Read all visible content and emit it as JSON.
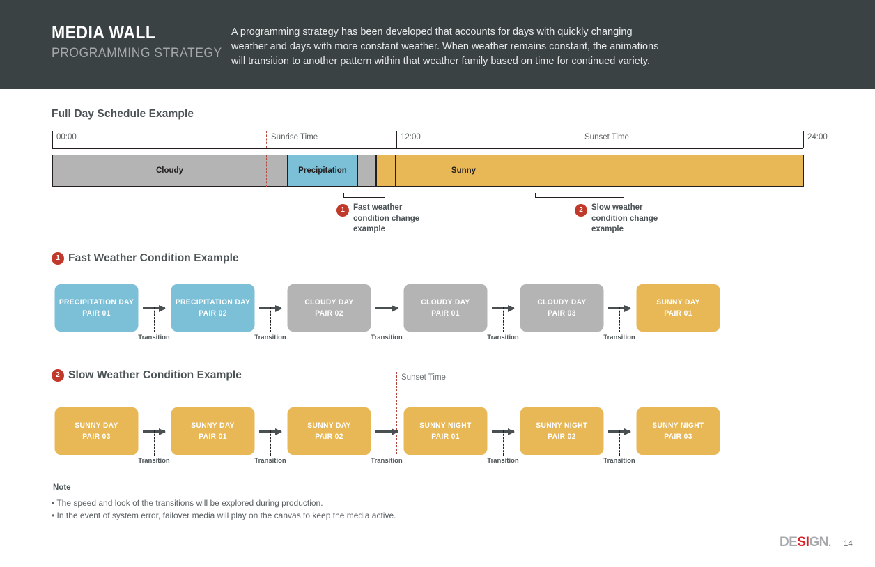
{
  "header": {
    "title": "MEDIA WALL",
    "subtitle": "PROGRAMMING STRATEGY",
    "body_line1": "A programming strategy has been developed that accounts for days with quickly changing",
    "body_line2": "weather and days with more constant weather. When weather remains constant, the animations",
    "body_line3": "will transition to another pattern within that weather family based on time for continued variety.",
    "bg_color": "#3b4244"
  },
  "schedule": {
    "title": "Full Day Schedule Example",
    "axis_labels": [
      {
        "text": "00:00",
        "type": "solid"
      },
      {
        "text": "Sunrise Time",
        "type": "dashed"
      },
      {
        "text": "12:00",
        "type": "solid"
      },
      {
        "text": "Sunset Time",
        "type": "dashed"
      },
      {
        "text": "24:00",
        "type": "solid"
      }
    ],
    "segments": [
      {
        "label": "Cloudy",
        "color": "#b4b4b4"
      },
      {
        "label": "Precipitation",
        "color": "#7cc0d8"
      },
      {
        "label": "",
        "color": "#b4b4b4"
      },
      {
        "label": "",
        "color": "#e8b756"
      },
      {
        "label": "Sunny",
        "color": "#e8b756"
      }
    ],
    "callouts": [
      {
        "number": "1",
        "line1": "Fast weather",
        "line2": "condition change",
        "line3": "example"
      },
      {
        "number": "2",
        "line1": "Slow weather",
        "line2": "condition change",
        "line3": "example"
      }
    ]
  },
  "fast_section": {
    "number": "1",
    "title": "Fast Weather Condition Example",
    "transition_label": "Transition",
    "nodes": [
      {
        "line1": "PRECIPITATION DAY",
        "line2": "PAIR 01",
        "color": "blue"
      },
      {
        "line1": "PRECIPITATION DAY",
        "line2": "PAIR 02",
        "color": "blue"
      },
      {
        "line1": "CLOUDY DAY",
        "line2": "PAIR 02",
        "color": "gray"
      },
      {
        "line1": "CLOUDY DAY",
        "line2": "PAIR 01",
        "color": "gray"
      },
      {
        "line1": "CLOUDY DAY",
        "line2": "PAIR 03",
        "color": "gray"
      },
      {
        "line1": "SUNNY DAY",
        "line2": "PAIR 01",
        "color": "orange"
      }
    ]
  },
  "slow_section": {
    "number": "2",
    "title": "Slow Weather Condition Example",
    "transition_label": "Transition",
    "sunset_label": "Sunset Time",
    "nodes": [
      {
        "line1": "SUNNY DAY",
        "line2": "PAIR 03",
        "color": "orange"
      },
      {
        "line1": "SUNNY DAY",
        "line2": "PAIR 01",
        "color": "orange"
      },
      {
        "line1": "SUNNY DAY",
        "line2": "PAIR 02",
        "color": "orange"
      },
      {
        "line1": "SUNNY NIGHT",
        "line2": "PAIR 01",
        "color": "orange"
      },
      {
        "line1": "SUNNY NIGHT",
        "line2": "PAIR 02",
        "color": "orange"
      },
      {
        "line1": "SUNNY NIGHT",
        "line2": "PAIR 03",
        "color": "orange"
      }
    ]
  },
  "note": {
    "title": "Note",
    "items": [
      "• The speed and look of the transitions will be explored during production.",
      "• In the event of system error, failover media will play on the canvas to keep the media active."
    ]
  },
  "footer": {
    "logo_part1": "DE",
    "logo_part2": "SI",
    "logo_part3": "GN",
    "logo_dot": ".",
    "page_number": "14",
    "accent_color": "#da2128"
  }
}
